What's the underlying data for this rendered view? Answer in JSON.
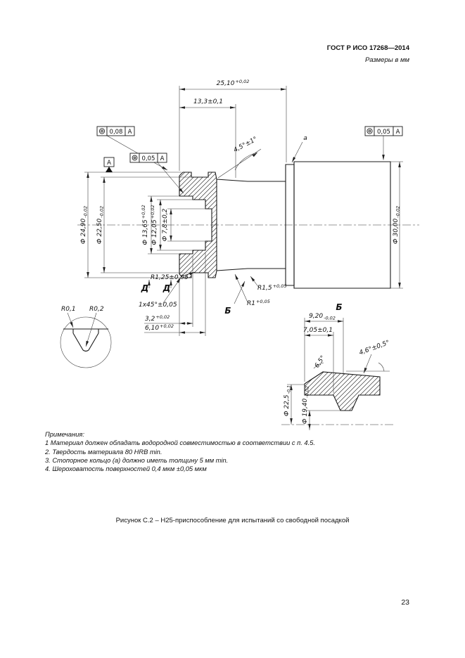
{
  "header": {
    "standard": "ГОСТ Р ИСО 17268—2014",
    "units_note": "Размеры в мм"
  },
  "frames": {
    "left": {
      "symbol": "concentricity-icon",
      "value": "0,08",
      "datum": "A"
    },
    "mid": {
      "symbol": "concentricity-icon",
      "value": "0,05",
      "datum": "A"
    },
    "right": {
      "symbol": "concentricity-icon",
      "value": "0,05",
      "datum": "A"
    },
    "datum_label": "A"
  },
  "dims": {
    "len_total": {
      "v": "25,10",
      "tol": "+0,02"
    },
    "len_13": {
      "v": "13,3±0,1"
    },
    "angle_45": {
      "v": "4,5°±1°"
    },
    "dia_2490": {
      "v": "Ф 24,90",
      "tol": "-0,02"
    },
    "dia_2250": {
      "v": "Ф 22,50",
      "tol": "-0,02"
    },
    "dia_1365": {
      "v": "Ф 13,65",
      "tol": "+0,02"
    },
    "dia_1205": {
      "v": "Ф 12,05",
      "tol": "+0,02"
    },
    "dia_78": {
      "v": "Ф 7,8±0,2"
    },
    "dia_3000": {
      "v": "Ф 30,00",
      "tol": "-0,02"
    },
    "r125": {
      "v": "R1,25±0,05"
    },
    "r01": {
      "v": "R0,1"
    },
    "r02": {
      "v": "R0,2"
    },
    "chamfer": {
      "v": "1x45°±0,05"
    },
    "depth_32": {
      "v": "3,2",
      "tol": "+0,02"
    },
    "depth_610": {
      "v": "6,10",
      "tol": "+0,02"
    },
    "r15": {
      "v": "R1,5",
      "tol": "+0,05"
    },
    "r1": {
      "v": "R1",
      "tol": "+0,05"
    },
    "det_920": {
      "v": "9,20",
      "tol": "-0,02"
    },
    "det_705": {
      "v": "7,05±0,1"
    },
    "det_angle46": {
      "v": "4,6°±0,5°"
    },
    "det_angle65": {
      "v": "6,5°"
    },
    "det_dia225": {
      "v": "Ф 22,5",
      "tol": "-0,1"
    },
    "det_dia194": {
      "v": "Ф 19,40",
      "tol": "-0,02"
    }
  },
  "labels": {
    "section_d": "Д",
    "section_b": "Б",
    "ring": "a"
  },
  "notes": {
    "title": "Примечания:",
    "items": [
      "1 Материал должен обладать водородной совместимостью в соответствии с п. 4.5.",
      "2. Твердость материала 80 HRB min.",
      "3. Стопорное кольцо (а) должно иметь толщину 5 мм min.",
      "4.  Шероховатость  поверхностей  0,4 мкм ±0,05 мкм"
    ]
  },
  "caption": "Рисунок С.2 – Н25-приспособление для испытаний со свободной посадкой",
  "page_number": "23"
}
